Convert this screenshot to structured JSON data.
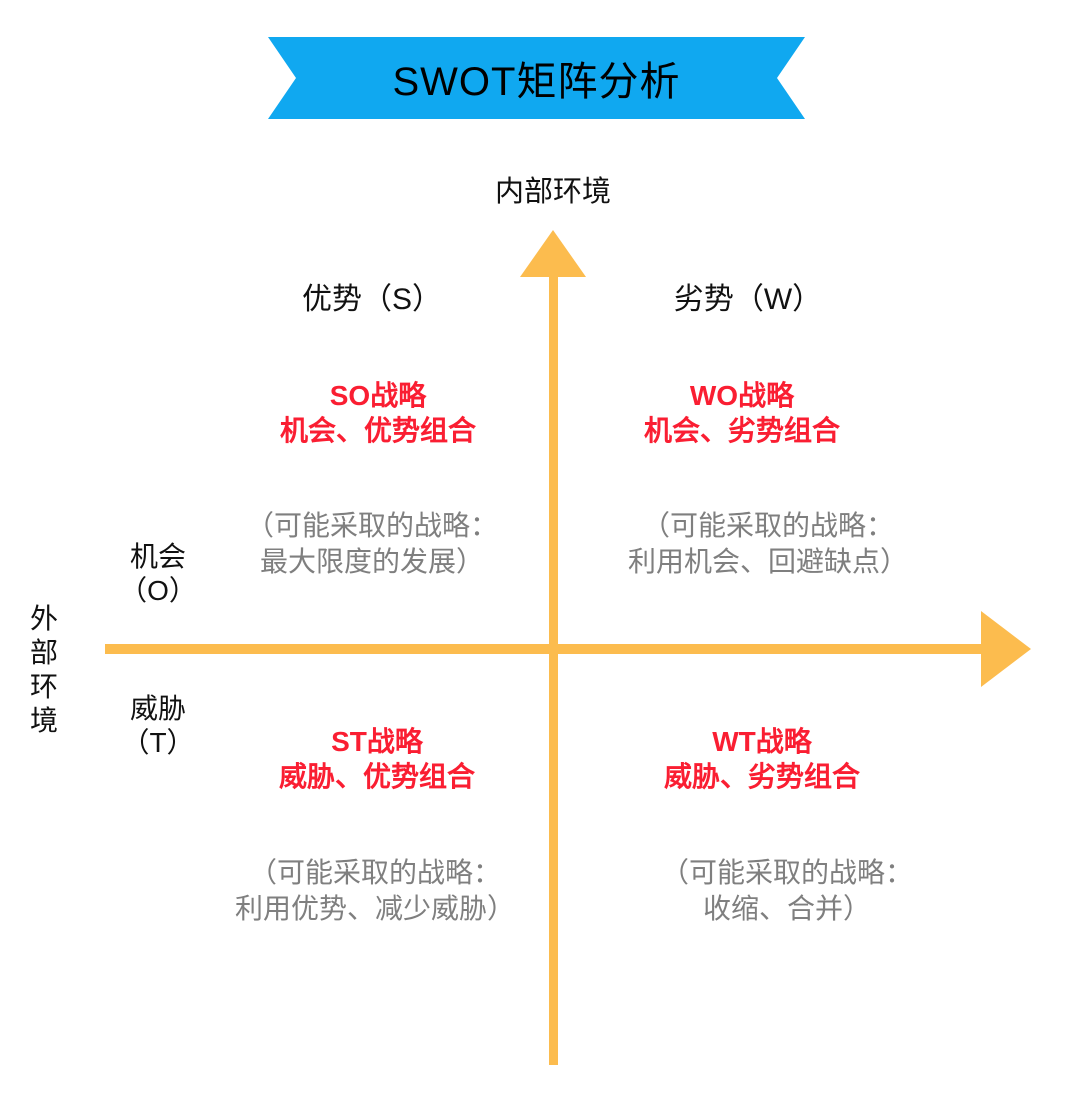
{
  "banner": {
    "title": "SWOT矩阵分析",
    "color": "#10A8F0"
  },
  "axis": {
    "internal_label": "内部环境",
    "external_label": "外部环境",
    "color": "#FCBC4E"
  },
  "internal_factors": {
    "strengths_label": "优势（S）",
    "weaknesses_label": "劣势（W）"
  },
  "external_factors": {
    "opportunity_name": "机会",
    "opportunity_code": "（O）",
    "threat_name": "威胁",
    "threat_code": "（T）"
  },
  "quadrants": {
    "so": {
      "title": "SO战略",
      "combo": "机会、优势组合",
      "note_line1": "（可能采取的战略：",
      "note_line2": "最大限度的发展）"
    },
    "wo": {
      "title": "WO战略",
      "combo": "机会、劣势组合",
      "note_line1": "（可能采取的战略：",
      "note_line2": "利用机会、回避缺点）"
    },
    "st": {
      "title": "ST战略",
      "combo": "威胁、优势组合",
      "note_line1": "（可能采取的战略：",
      "note_line2": "利用优势、减少威胁）"
    },
    "wt": {
      "title": "WT战略",
      "combo": "威胁、劣势组合",
      "note_line1": "（可能采取的战略：",
      "note_line2": "收缩、合并）"
    }
  },
  "colors": {
    "strategy_red": "#FA1E32",
    "note_gray": "#7F7F7F",
    "text_black": "#111111"
  }
}
